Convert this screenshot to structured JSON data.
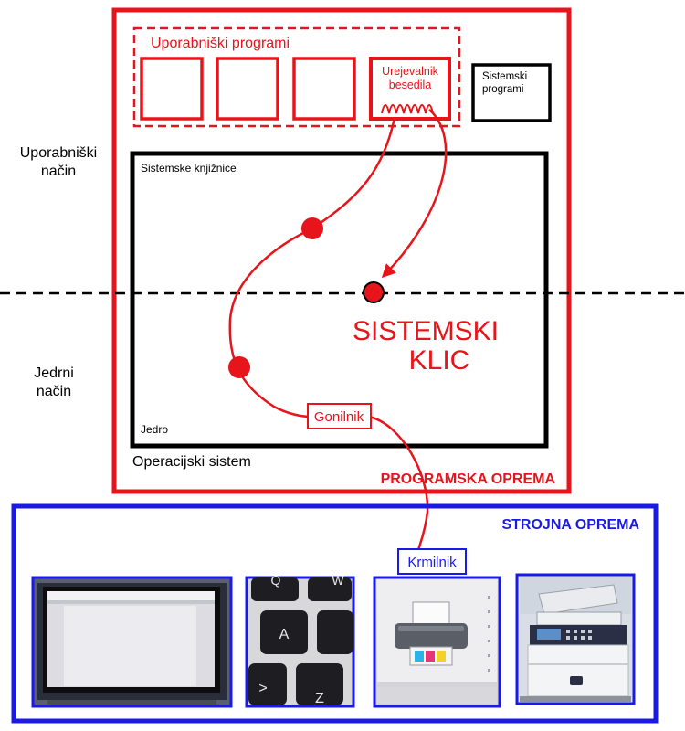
{
  "labels": {
    "user_mode": [
      "Uporabniški",
      "način"
    ],
    "kernel_mode": [
      "Jedrni",
      "način"
    ],
    "user_programs": "Uporabniški programi",
    "text_editor": [
      "Urejevalnik",
      "besedila"
    ],
    "system_programs": [
      "Sistemski",
      "programi"
    ],
    "system_libraries": "Sistemske knjižnice",
    "system_call": [
      "SISTEMSKI",
      "KLIC"
    ],
    "kernel": "Jedro",
    "driver": "Gonilnik",
    "operating_system": "Operacijski sistem",
    "software": "PROGRAMSKA OPREMA",
    "hardware": "STROJNA OPREMA",
    "controller": "Krmilnik"
  },
  "keyboard_keys": [
    "Q",
    "W",
    "A",
    ">",
    "Z"
  ],
  "colors": {
    "red": "#e8141b",
    "blue": "#1a1ae6",
    "black": "#000000"
  },
  "photos": [
    {
      "name": "monitor-photo"
    },
    {
      "name": "keyboard-photo"
    },
    {
      "name": "printer-icon-photo"
    },
    {
      "name": "multifunction-printer-photo"
    }
  ]
}
